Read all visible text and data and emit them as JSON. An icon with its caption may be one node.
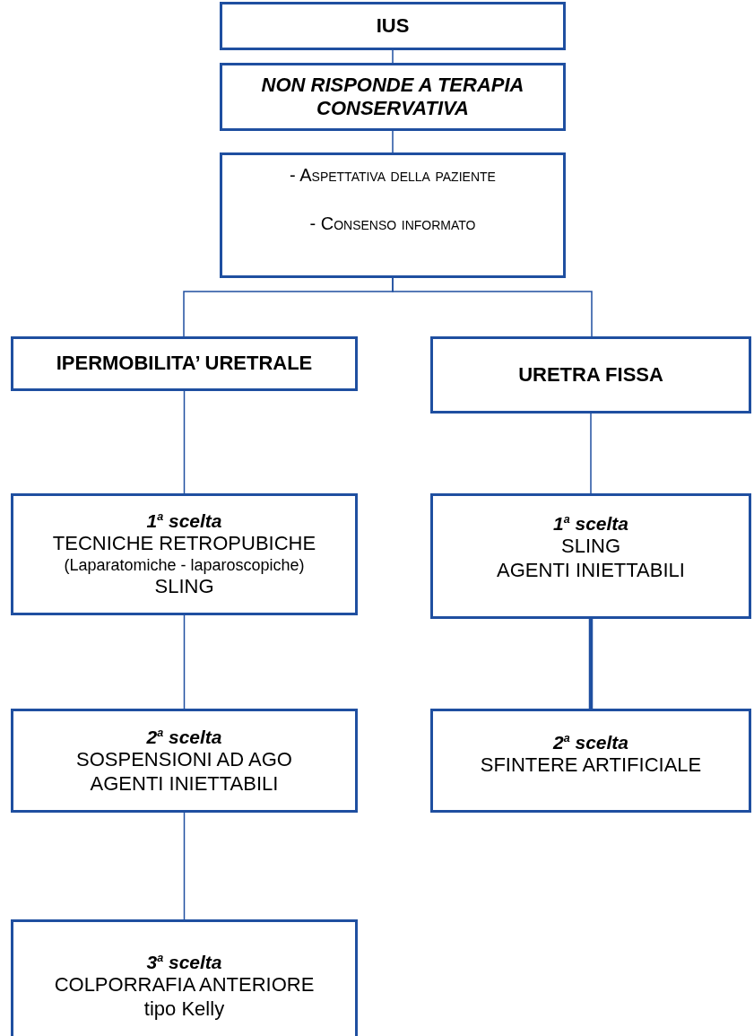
{
  "diagram": {
    "nodes": [
      {
        "text": [
          "IUS"
        ]
      },
      {
        "text": [
          "NON RISPONDE A TERAPIA CONSERVATIVA"
        ]
      },
      {
        "text": [
          "- Aspettativa della paziente",
          "- Consenso informato"
        ]
      },
      {
        "text": [
          "IPERMOBILITA’ URETRALE"
        ]
      },
      {
        "text": [
          "URETRA FISSA"
        ]
      },
      {
        "text": [
          "1$^{a}$ scelta",
          "TECNICHE RETROPUBICHE",
          "(Laparatomiche - laparoscopiche)",
          "SLING"
        ]
      },
      {
        "text": [
          "1$^{a}$ scelta",
          "SLING",
          "AGENTI INIETTABILI"
        ]
      },
      {
        "text": [
          "2$^{a}$ scelta",
          "SOSPENSIONI AD AGO",
          "AGENTI INIETTABILI"
        ]
      },
      {
        "text": [
          "2$^{a}$ scelta",
          "SFINTERE ARTIFICIALE"
        ]
      },
      {
        "text": [
          "3$^{a}$ scelta",
          "COLPORRAFIA ANTERIORE",
          "tipo Kelly"
        ]
      }
    ],
    "edges": [
      {
        "from": 0,
        "to": 1,
        "arrow": "none"
      },
      {
        "from": 1,
        "to": 2,
        "arrow": "none"
      },
      {
        "from": 2,
        "to": 3,
        "arrow": "none"
      },
      {
        "from": 2,
        "to": 4,
        "arrow": "none"
      },
      {
        "from": 3,
        "to": 5,
        "arrow": "none"
      },
      {
        "from": 4,
        "to": 6,
        "arrow": "none"
      },
      {
        "from": 5,
        "to": 7,
        "arrow": "none"
      },
      {
        "from": 6,
        "to": 8,
        "arrow": "none",
        "style": "thick"
      },
      {
        "from": 7,
        "to": 9,
        "arrow": "none"
      }
    ]
  }
}
